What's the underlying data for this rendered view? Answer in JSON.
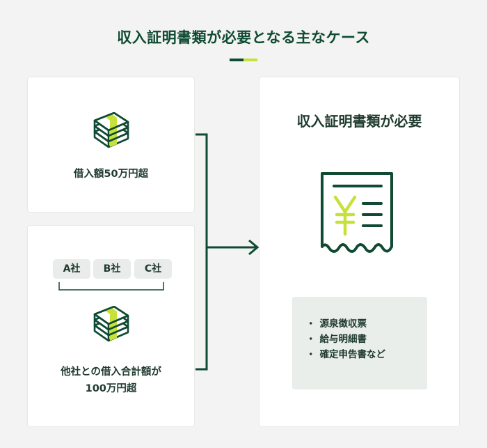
{
  "title": "収入証明書類が必要となる主なケース",
  "colors": {
    "dark_green": "#0f4a33",
    "lime": "#c6e23a",
    "background": "#f2f3f2",
    "card": "#ffffff",
    "list_bg": "#e9eeea"
  },
  "case1": {
    "icon": "money-stack-icon",
    "label": "借入額50万円超"
  },
  "case2": {
    "companies": [
      "A社",
      "B社",
      "C社"
    ],
    "icon": "money-stack-icon",
    "label_line1": "他社との借入合計額が",
    "label_line2": "100万円超"
  },
  "result": {
    "title": "収入証明書類が必要",
    "icon": "receipt-yen-icon",
    "bullet": "・",
    "documents": [
      "源泉徴収票",
      "給与明細書",
      "確定申告書など"
    ]
  }
}
